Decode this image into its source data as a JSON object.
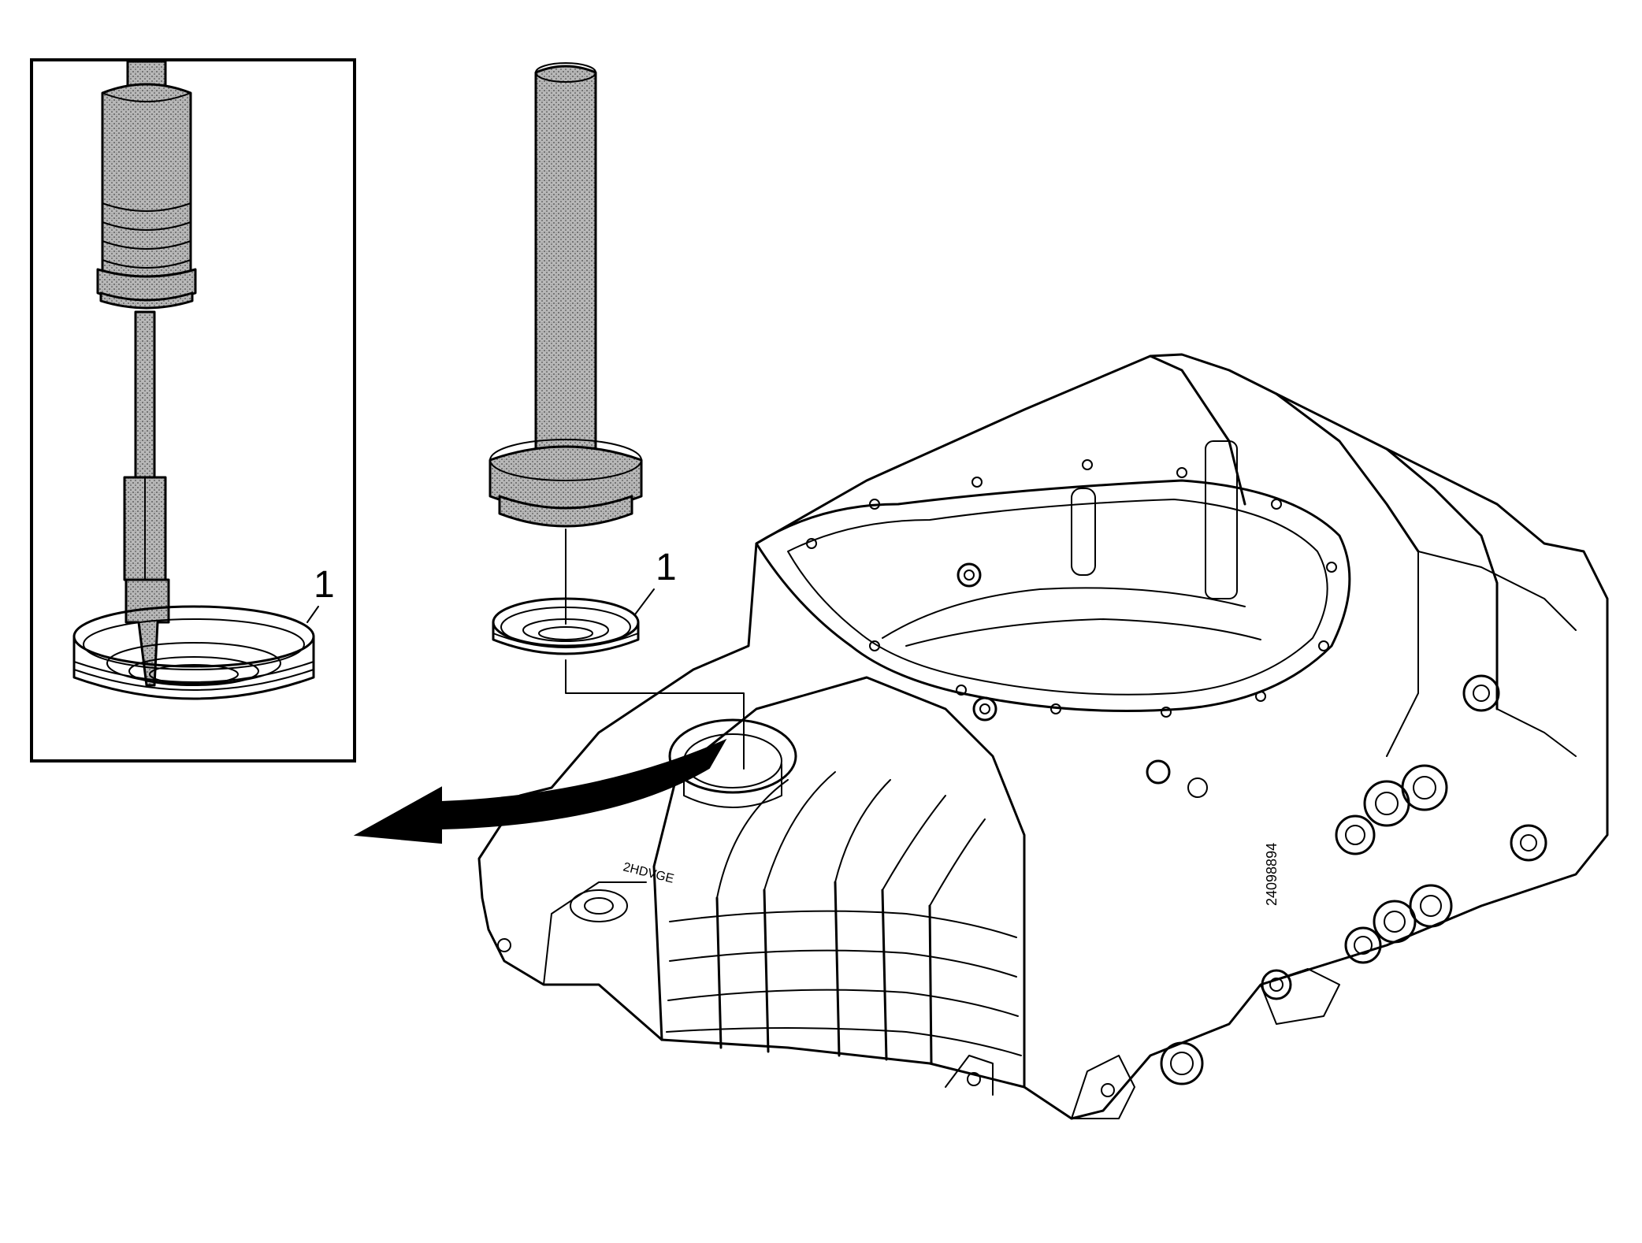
{
  "callouts": {
    "inset_label": "1",
    "main_label": "1"
  },
  "housing_mark_1": "2HDVGE",
  "housing_mark_2": "24098894",
  "colors": {
    "line": "#000000",
    "tool_fill": "#9a9a9a",
    "background": "#ffffff"
  }
}
